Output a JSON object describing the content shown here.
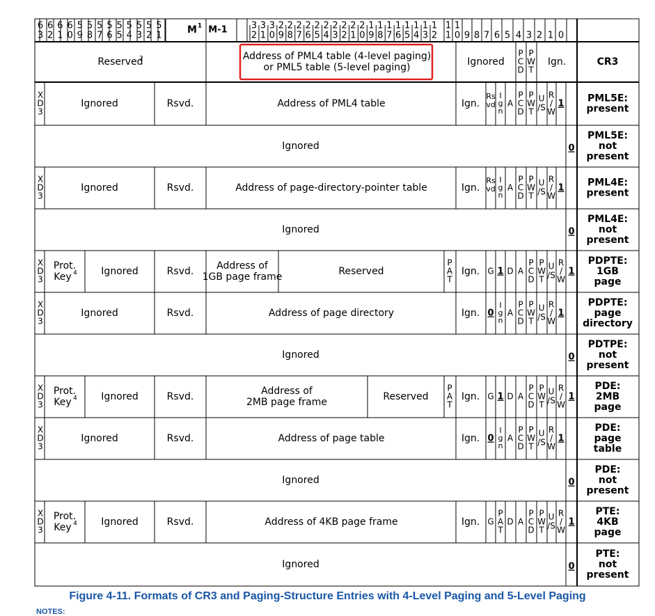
{
  "figure": {
    "caption": "Figure 4-11.  Formats of CR3 and Paging-Structure Entries with 4-Level Paging and 5-Level Paging",
    "notes_label": "NOTES:",
    "header": {
      "high_bits": [
        "63",
        "62",
        "61",
        "60",
        "59",
        "58",
        "57",
        "56",
        "55",
        "54",
        "53",
        "52",
        "51"
      ],
      "m_label": "M",
      "m_sup": "1",
      "m_minus_1": "M-1",
      "mid_bits": [
        "32",
        "31",
        "30",
        "29",
        "28",
        "27",
        "26",
        "25",
        "24",
        "23",
        "22",
        "21",
        "20",
        "19",
        "18",
        "17",
        "16",
        "15",
        "14",
        "13",
        "12"
      ],
      "low_bits": [
        "11",
        "10",
        "9",
        "8",
        "7",
        "6",
        "5",
        "4",
        "3",
        "2",
        "1",
        "0"
      ]
    },
    "rows": [
      {
        "label": "CR3",
        "cells": [
          "Reserved",
          "Address of PML4 table (4-level paging)",
          "or PML5 table (5-level paging)",
          "Ignored",
          "P C D",
          "P W T",
          "Ign."
        ],
        "sup": "2"
      },
      {
        "label": "PML5E: present",
        "cells": [
          "X D 3",
          "Ignored",
          "Rsvd.",
          "Address of PML4 table",
          "Ign.",
          "Rs vd",
          "I g n",
          "A",
          "P C D",
          "P W T",
          "U /S",
          "R / W",
          "1"
        ]
      },
      {
        "label": "PML5E: not present",
        "cells": [
          "Ignored",
          "0"
        ]
      },
      {
        "label": "PML4E: present",
        "cells": [
          "X D 3",
          "Ignored",
          "Rsvd.",
          "Address of page-directory-pointer table",
          "Ign.",
          "Rs vd",
          "I g n",
          "A",
          "P C D",
          "P W T",
          "U /S",
          "R / W",
          "1"
        ]
      },
      {
        "label": "PML4E: not present",
        "cells": [
          "Ignored",
          "0"
        ]
      },
      {
        "label": "PDPTE: 1GB page",
        "cells": [
          "X D 3",
          "Prot. Key",
          "Ignored",
          "Rsvd.",
          "Address of",
          "1GB page frame",
          "Reserved",
          "P A T",
          "Ign.",
          "G",
          "1",
          "D",
          "A",
          "P C D",
          "P W T",
          "U /S",
          "R / W",
          "1"
        ],
        "sup": "4"
      },
      {
        "label": "PDPTE: page directory",
        "cells": [
          "X D 3",
          "Ignored",
          "Rsvd.",
          "Address of page directory",
          "Ign.",
          "0",
          "I g n",
          "A",
          "P C D",
          "P W T",
          "U /S",
          "R / W",
          "1"
        ]
      },
      {
        "label": "PDTPE: not present",
        "cells": [
          "Ignored",
          "0"
        ]
      },
      {
        "label": "PDE: 2MB page",
        "cells": [
          "X D 3",
          "Prot. Key",
          "Ignored",
          "Rsvd.",
          "Address of",
          "2MB page frame",
          "Reserved",
          "P A T",
          "Ign.",
          "G",
          "1",
          "D",
          "A",
          "P C D",
          "P W T",
          "U /S",
          "R / W",
          "1"
        ],
        "sup": "4"
      },
      {
        "label": "PDE: page table",
        "cells": [
          "X D 3",
          "Ignored",
          "Rsvd.",
          "Address of page table",
          "Ign.",
          "0",
          "I g n",
          "A",
          "P C D",
          "P W T",
          "U /S",
          "R / W",
          "1"
        ]
      },
      {
        "label": "PDE: not present",
        "cells": [
          "Ignored",
          "0"
        ]
      },
      {
        "label": "PTE: 4KB page",
        "cells": [
          "X D 3",
          "Prot. Key",
          "Ignored",
          "Rsvd.",
          "Address of 4KB page frame",
          "Ign.",
          "G",
          "P A T",
          "D",
          "A",
          "P C D",
          "P W T",
          "U /S",
          "R / W",
          "1"
        ],
        "sup": "4"
      },
      {
        "label": "PTE: not present",
        "cells": [
          "Ignored",
          "0"
        ]
      }
    ],
    "highlight_color": "#e02020",
    "caption_color": "#1a57a6"
  }
}
